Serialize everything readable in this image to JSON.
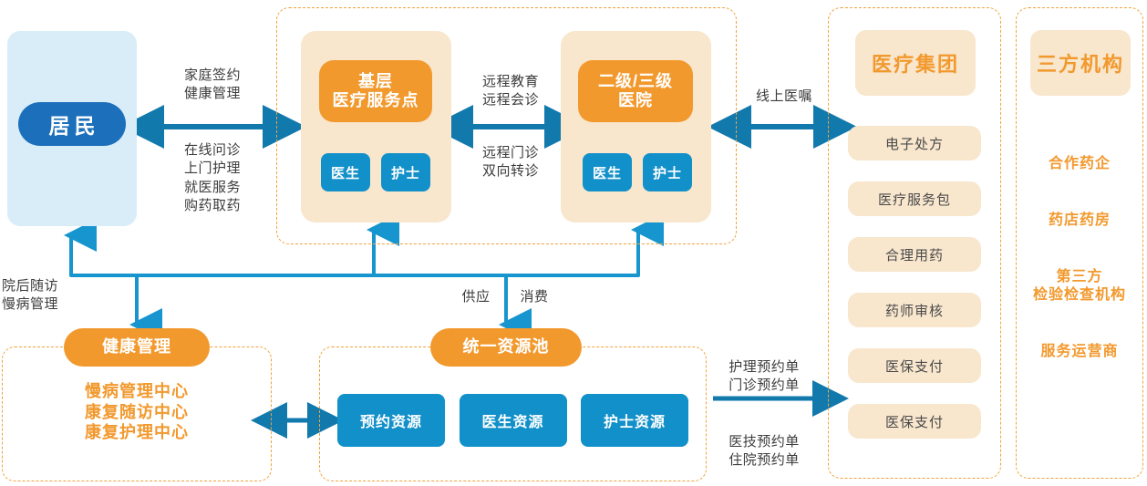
{
  "colors": {
    "orange": "#f2992e",
    "light_orange": "#f8e6cd",
    "blue": "#1290c9",
    "deep_blue": "#1c6fba",
    "light_blue": "#d9edf9",
    "dash_border": "#f0a23c",
    "label_text": "#3c3c3c"
  },
  "resident": {
    "label": "居民"
  },
  "edges": {
    "resident_to_center_top": "家庭签约\n健康管理",
    "resident_to_center_bottom": "在线问诊\n上门护理\n就医服务\n购药取药",
    "remote_top": "远程教育\n远程会诊",
    "remote_bottom": "远程门诊\n双向转诊",
    "online_order": "线上医嘱",
    "post_discharge": "院后随访\n慢病管理",
    "supply": "供应",
    "consume": "消费",
    "booking_top": "护理预约单\n门诊预约单",
    "booking_bottom": "医技预约单\n住院预约单"
  },
  "grassroots": {
    "title": "基层\n医疗服务点",
    "roles": [
      "医生",
      "护士"
    ]
  },
  "hospital": {
    "title": "二级/三级\n医院",
    "roles": [
      "医生",
      "护士"
    ]
  },
  "health_management": {
    "title": "健康管理",
    "items": [
      "慢病管理中心",
      "康复随访中心",
      "康复护理中心"
    ]
  },
  "resource_pool": {
    "title": "统一资源池",
    "items": [
      "预约资源",
      "医生资源",
      "护士资源"
    ]
  },
  "medical_group": {
    "title": "医疗集团",
    "items": [
      "电子处方",
      "医疗服务包",
      "合理用药",
      "药师审核",
      "医保支付",
      "医保支付"
    ]
  },
  "third_party": {
    "title": "三方机构",
    "items": [
      "合作药企",
      "药店药房",
      "第三方\n检验检查机构",
      "服务运营商"
    ]
  }
}
